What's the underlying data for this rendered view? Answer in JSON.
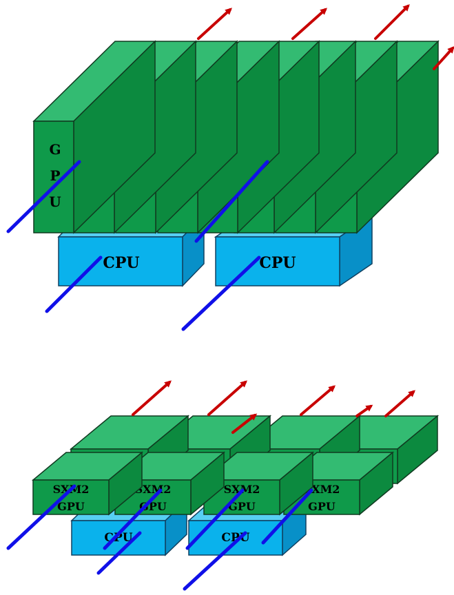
{
  "colors": {
    "gpu_front": "#0f9a4a",
    "gpu_top": "#33bb72",
    "gpu_side": "#0c8a3f",
    "cpu_front": "#0ab2ec",
    "cpu_top": "#57cff3",
    "cpu_side": "#0890c8",
    "airflow_in": "#1010e8",
    "airflow_out": "#c80000",
    "outline": "#103a20"
  },
  "top_diagram": {
    "gpu_letters": [
      "G",
      "P",
      "U"
    ],
    "cpu_labels": [
      "CPU",
      "CPU"
    ]
  },
  "bottom_diagram": {
    "gpu_label_line1": "SXM2",
    "gpu_label_line2": "GPU",
    "cpu_labels": [
      "CPU",
      "CPU"
    ]
  }
}
